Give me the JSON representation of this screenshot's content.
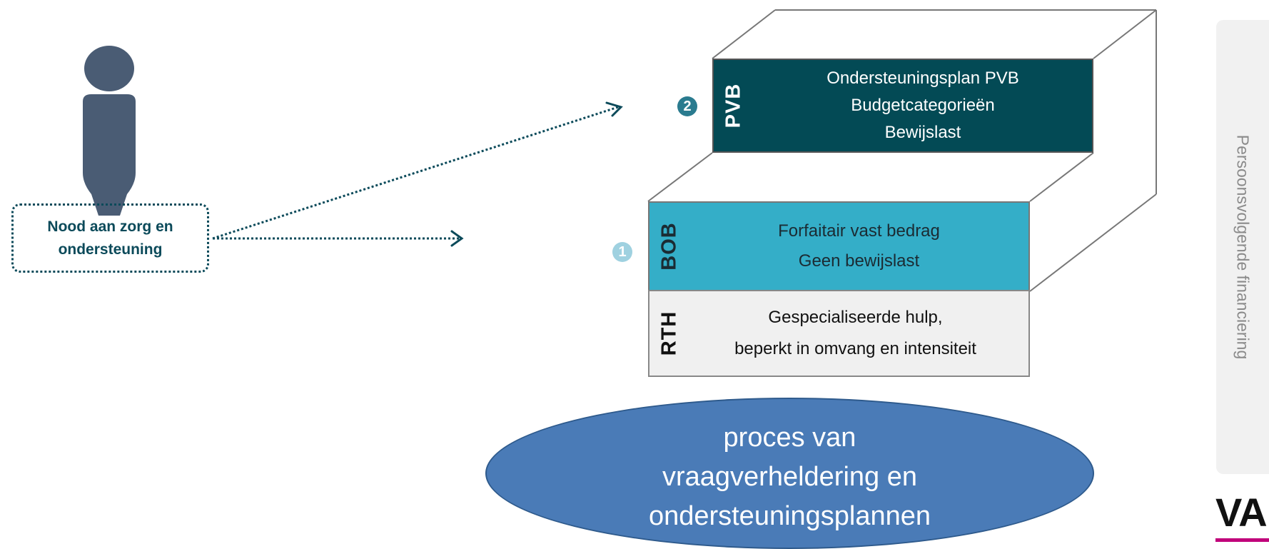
{
  "need": {
    "label": "Nood aan zorg en\nondersteuning"
  },
  "markers": {
    "one": "1",
    "two": "2"
  },
  "tiers": {
    "pvb": {
      "label": "PVB",
      "lines": [
        "Ondersteuningsplan PVB",
        "Budgetcategorieën",
        "Bewijslast"
      ]
    },
    "bob": {
      "label": "BOB",
      "lines": [
        "Forfaitair vast bedrag",
        "Geen bewijslast"
      ]
    },
    "rth": {
      "label": "RTH",
      "lines": [
        "Gespecialiseerde hulp,",
        "beperkt in omvang en intensiteit"
      ]
    }
  },
  "process": {
    "label": "proces van\nvraagverheldering en\nondersteuningsplannen"
  },
  "side_panel": {
    "label": "Persoonsvolgende financiering"
  },
  "logo": {
    "text": "VAPH"
  },
  "colors": {
    "pvb": "#034a55",
    "bob": "#34aec8",
    "rth": "#f0f0f0",
    "process": "#4a7bb7",
    "person": "#4a5c74",
    "logo_accent": "#c0007a"
  }
}
